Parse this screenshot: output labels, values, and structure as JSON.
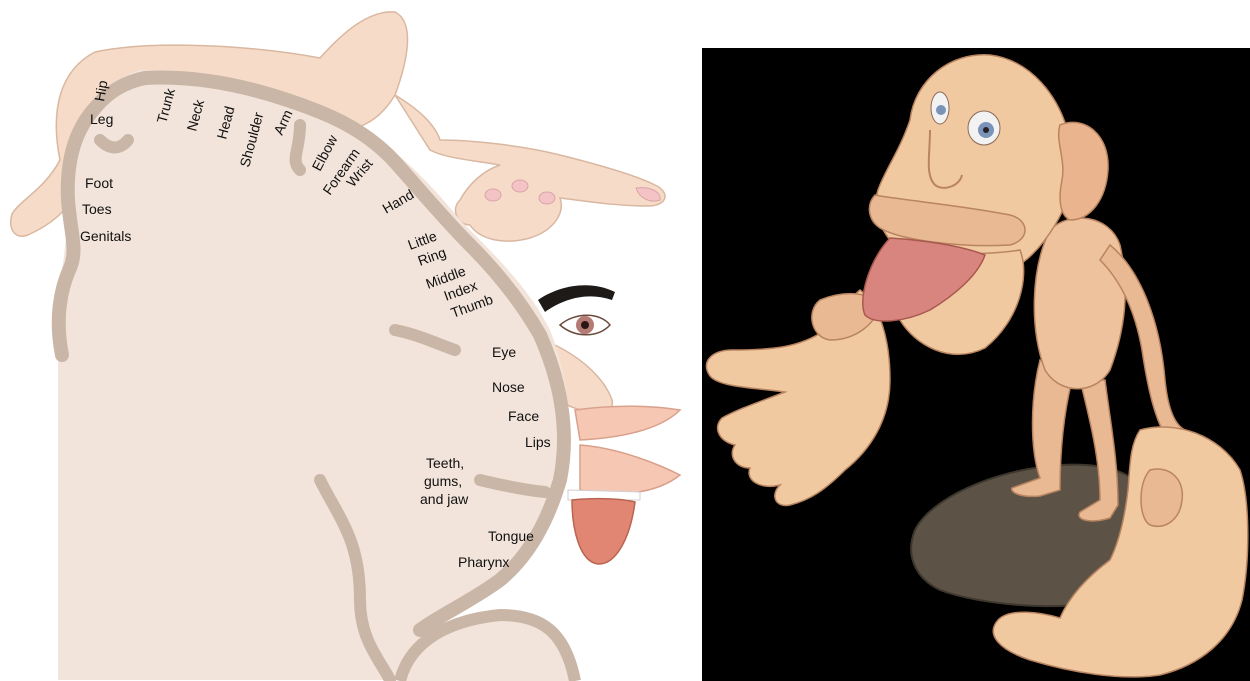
{
  "left_panel": {
    "labels": {
      "hip": "Hip",
      "leg": "Leg",
      "trunk": "Trunk",
      "neck": "Neck",
      "head": "Head",
      "shoulder": "Shoulder",
      "arm": "Arm",
      "elbow": "Elbow",
      "forearm": "Forearm",
      "wrist": "Wrist",
      "hand": "Hand",
      "foot": "Foot",
      "toes": "Toes",
      "genitals": "Genitals",
      "little": "Little",
      "ring": "Ring",
      "middle": "Middle",
      "index": "Index",
      "thumb": "Thumb",
      "eye": "Eye",
      "nose": "Nose",
      "face": "Face",
      "lips": "Lips",
      "teeth_1": "Teeth,",
      "teeth_2": "gums,",
      "teeth_3": "and jaw",
      "tongue": "Tongue",
      "pharynx": "Pharynx"
    },
    "colors": {
      "cortex_fill": "#f2e4da",
      "cortex_band": "#c9b6a6",
      "skin": "#f6dcc8",
      "skin_outline": "#d9b7a0",
      "tongue": "#e08672"
    }
  },
  "right_panel": {
    "subject": "sculpture",
    "colors": {
      "background": "#000000",
      "skin": "#f0c9a0",
      "skin_shadow": "#c98f64",
      "tongue": "#d9857f",
      "base_rock": "#5c5346"
    }
  }
}
